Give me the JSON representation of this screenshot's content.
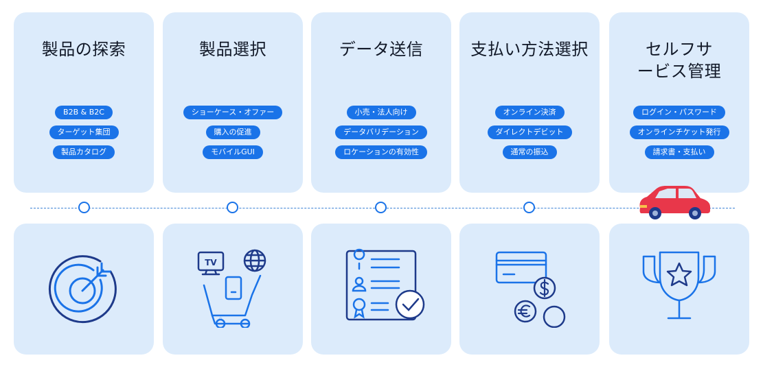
{
  "steps": [
    {
      "title": "製品の探索",
      "tags": [
        "B2B & B2C",
        "ターゲット集団",
        "製品カタログ"
      ],
      "icon": "target-icon"
    },
    {
      "title": "製品選択",
      "tags": [
        "ショーケース・オファー",
        "購入の促進",
        "モバイルGUI"
      ],
      "icon": "shopping-cart-icon"
    },
    {
      "title": "データ送信",
      "tags": [
        "小売・法人向け",
        "データバリデーション",
        "ロケーションの有効性"
      ],
      "icon": "form-check-icon"
    },
    {
      "title": "支払い方法選択",
      "tags": [
        "オンライン決済",
        "ダイレクトデビット",
        "通常の振込"
      ],
      "icon": "payment-icon"
    },
    {
      "title": "セルフサ\nービス管理",
      "tags": [
        "ログイン・パスワード",
        "オンラインチケット発行",
        "請求書・支払い"
      ],
      "icon": "trophy-icon"
    }
  ],
  "icon_labels": {
    "tv": "TV"
  },
  "colors": {
    "card_bg": "#dcebfb",
    "accent": "#1a73e8",
    "icon_stroke": "#1e3a8a",
    "car": "#e8374a"
  }
}
